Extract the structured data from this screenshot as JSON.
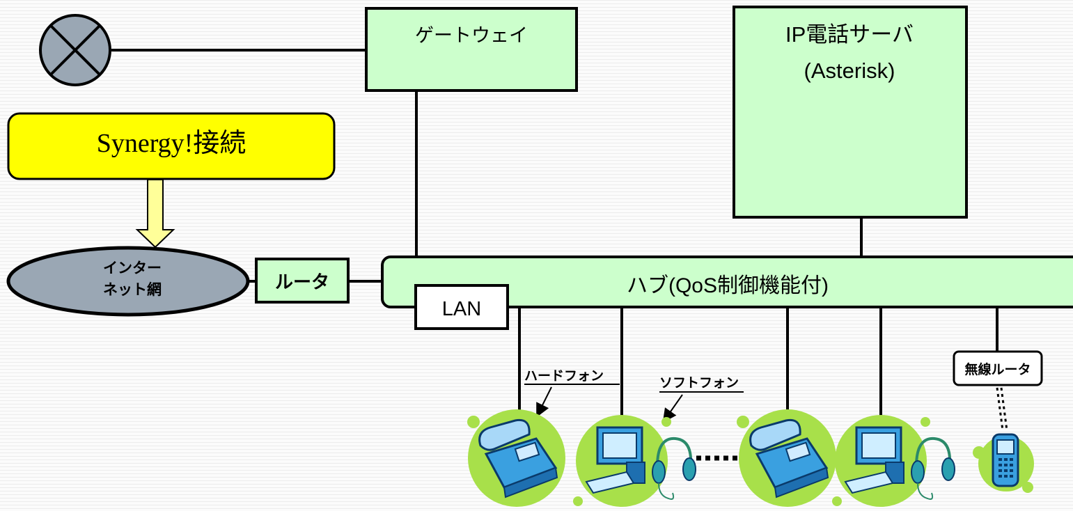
{
  "nodes": {
    "gateway": "ゲートウェイ",
    "ip_phone_server_line1": "IP電話サーバ",
    "ip_phone_server_line2": "(Asterisk)",
    "synergy": "Synergy!接続",
    "internet_line1": "インター",
    "internet_line2": "ネット網",
    "router": "ルータ",
    "hub": "ハブ(QoS制御機能付)",
    "lan": "LAN",
    "wireless_router": "無線ルータ"
  },
  "callouts": {
    "hard_phone": "ハードフォン",
    "soft_phone": "ソフトフォン"
  },
  "colors": {
    "box_green": "#ccffcc",
    "synergy_yellow": "#ffff00",
    "internet_gray": "#9aa7b4",
    "device_blob": "#a8e04a",
    "device_blue": "#3aa0e0"
  },
  "devices": [
    {
      "type": "hard-phone",
      "icon": "desk-phone-icon"
    },
    {
      "type": "soft-phone",
      "icon": "computer-headset-icon"
    },
    {
      "type": "hard-phone",
      "icon": "desk-phone-icon"
    },
    {
      "type": "soft-phone",
      "icon": "computer-headset-icon"
    },
    {
      "type": "mobile-phone",
      "icon": "mobile-phone-icon"
    }
  ]
}
